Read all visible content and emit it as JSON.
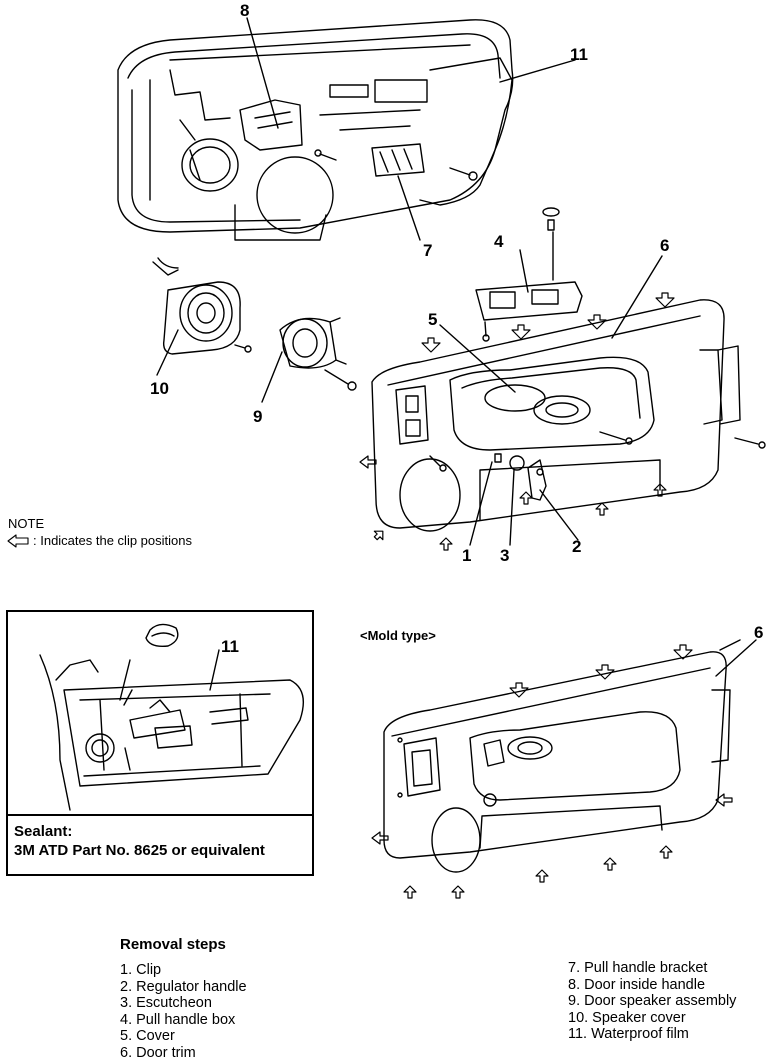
{
  "callouts": {
    "c1": "1",
    "c2": "2",
    "c3": "3",
    "c4": "4",
    "c5": "5",
    "c6": "6",
    "c7": "7",
    "c8": "8",
    "c9": "9",
    "c10": "10",
    "c11_top": "11",
    "c11_inset": "11",
    "c6_mold": "6"
  },
  "note": {
    "title": "NOTE",
    "text": ": Indicates the clip positions",
    "icon": "hollow-arrow-left-icon"
  },
  "mold_type_label": "<Mold type>",
  "inset": {
    "sealant_title": "Sealant:",
    "sealant_text": "3M ATD Part No. 8625 or equivalent"
  },
  "removal_steps": {
    "title": "Removal steps",
    "left": [
      "1. Clip",
      "2. Regulator handle",
      "3. Escutcheon",
      "4. Pull handle box",
      "5. Cover",
      "6. Door trim"
    ],
    "right": [
      "7. Pull handle bracket",
      "8. Door inside handle",
      "9. Door speaker assembly",
      "10. Speaker cover",
      "11. Waterproof film"
    ]
  }
}
